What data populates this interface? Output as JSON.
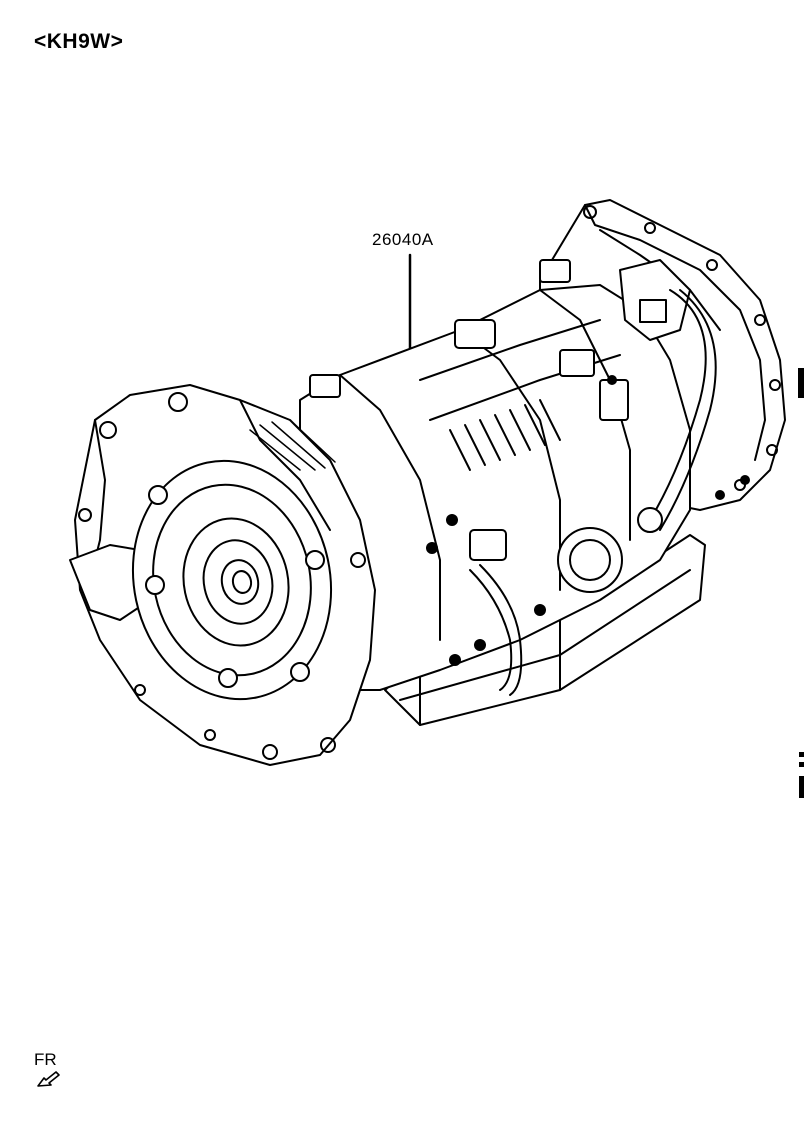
{
  "header": {
    "model_code": "<KH9W>"
  },
  "diagram": {
    "part_number": "26040A",
    "subject_icon": "automatic-transmission-assembly-drawing"
  },
  "orientation": {
    "label": "FR",
    "arrow_icon": "front-direction-arrow-icon"
  }
}
